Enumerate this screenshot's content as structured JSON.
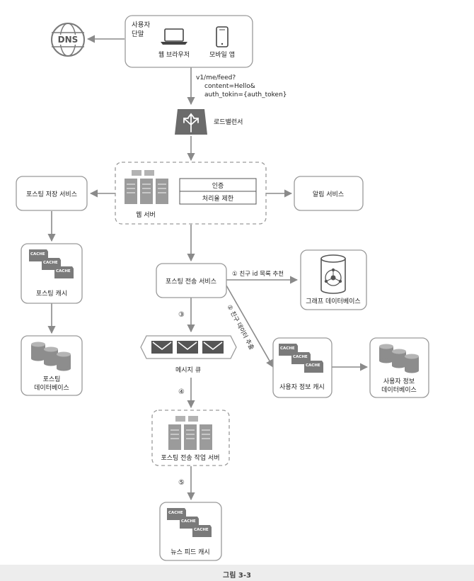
{
  "client": {
    "label_line1": "사용자",
    "label_line2": "단말",
    "browser_label": "웹 브라우저",
    "mobile_label": "모바일 앱"
  },
  "dns": {
    "label": "DNS"
  },
  "request": {
    "line1": "v1/me/feed?",
    "line2": "content=Hello&",
    "line3": "auth_tokin={auth_token}"
  },
  "load_balancer": {
    "label": "로드밸런서"
  },
  "web_server": {
    "label": "웹 서버",
    "auth_label": "인증",
    "rate_limit_label": "처리율 제한"
  },
  "post_storage_service": {
    "label": "포스팅 저장 서비스"
  },
  "notification_service": {
    "label": "알림 서비스"
  },
  "post_cache": {
    "label": "포스팅 캐시"
  },
  "post_db": {
    "label_line1": "포스팅",
    "label_line2": "데이터베이스"
  },
  "fanout_service": {
    "label": "포스팅 전송 서비스"
  },
  "graph_db": {
    "label": "그래프 데이터베이스"
  },
  "step1_label": "① 친구 id 목록 추천",
  "step2_label": "② 친구 데이터 추출",
  "step3_label": "③",
  "step4_label": "④",
  "step5_label": "⑤",
  "message_queue": {
    "label": "메시지 큐"
  },
  "user_cache": {
    "label": "사용자 정보 캐시"
  },
  "user_db": {
    "label_line1": "사용자 정보",
    "label_line2": "데이터베이스"
  },
  "fanout_workers": {
    "label": "포스팅 전송 작업 서버"
  },
  "news_feed_cache": {
    "label": "뉴스 피드 캐시"
  },
  "cache_chip_label": "CACHE",
  "figure_caption": "그림 3-3"
}
